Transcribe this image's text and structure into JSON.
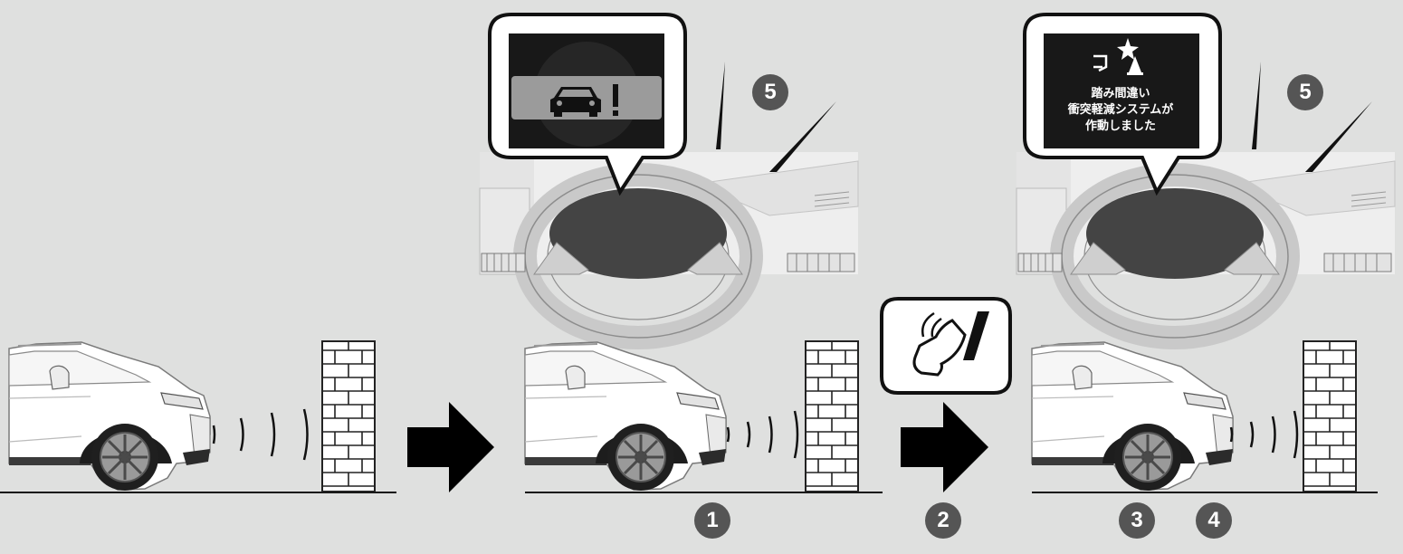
{
  "steps": {
    "step1": "1",
    "step2": "2",
    "step3": "3",
    "step4": "4",
    "step5": "5"
  },
  "display_message": {
    "line1": "踏み間違い",
    "line2": "衝突軽減システムが",
    "line3": "作動しました"
  },
  "icons": {
    "warning_display": "car-exclamation-icon",
    "system_active_display": "pedal-misapplication-icon",
    "driver_action": "foot-on-accelerator-icon",
    "sequence_arrow": "right-arrow-icon",
    "sonar_waves": "sonar-wave-icon",
    "obstacle": "brick-wall-icon"
  },
  "colors": {
    "background": "#dfe0df",
    "badge": "#555555",
    "display": "#181818",
    "arrow": "#000000"
  }
}
